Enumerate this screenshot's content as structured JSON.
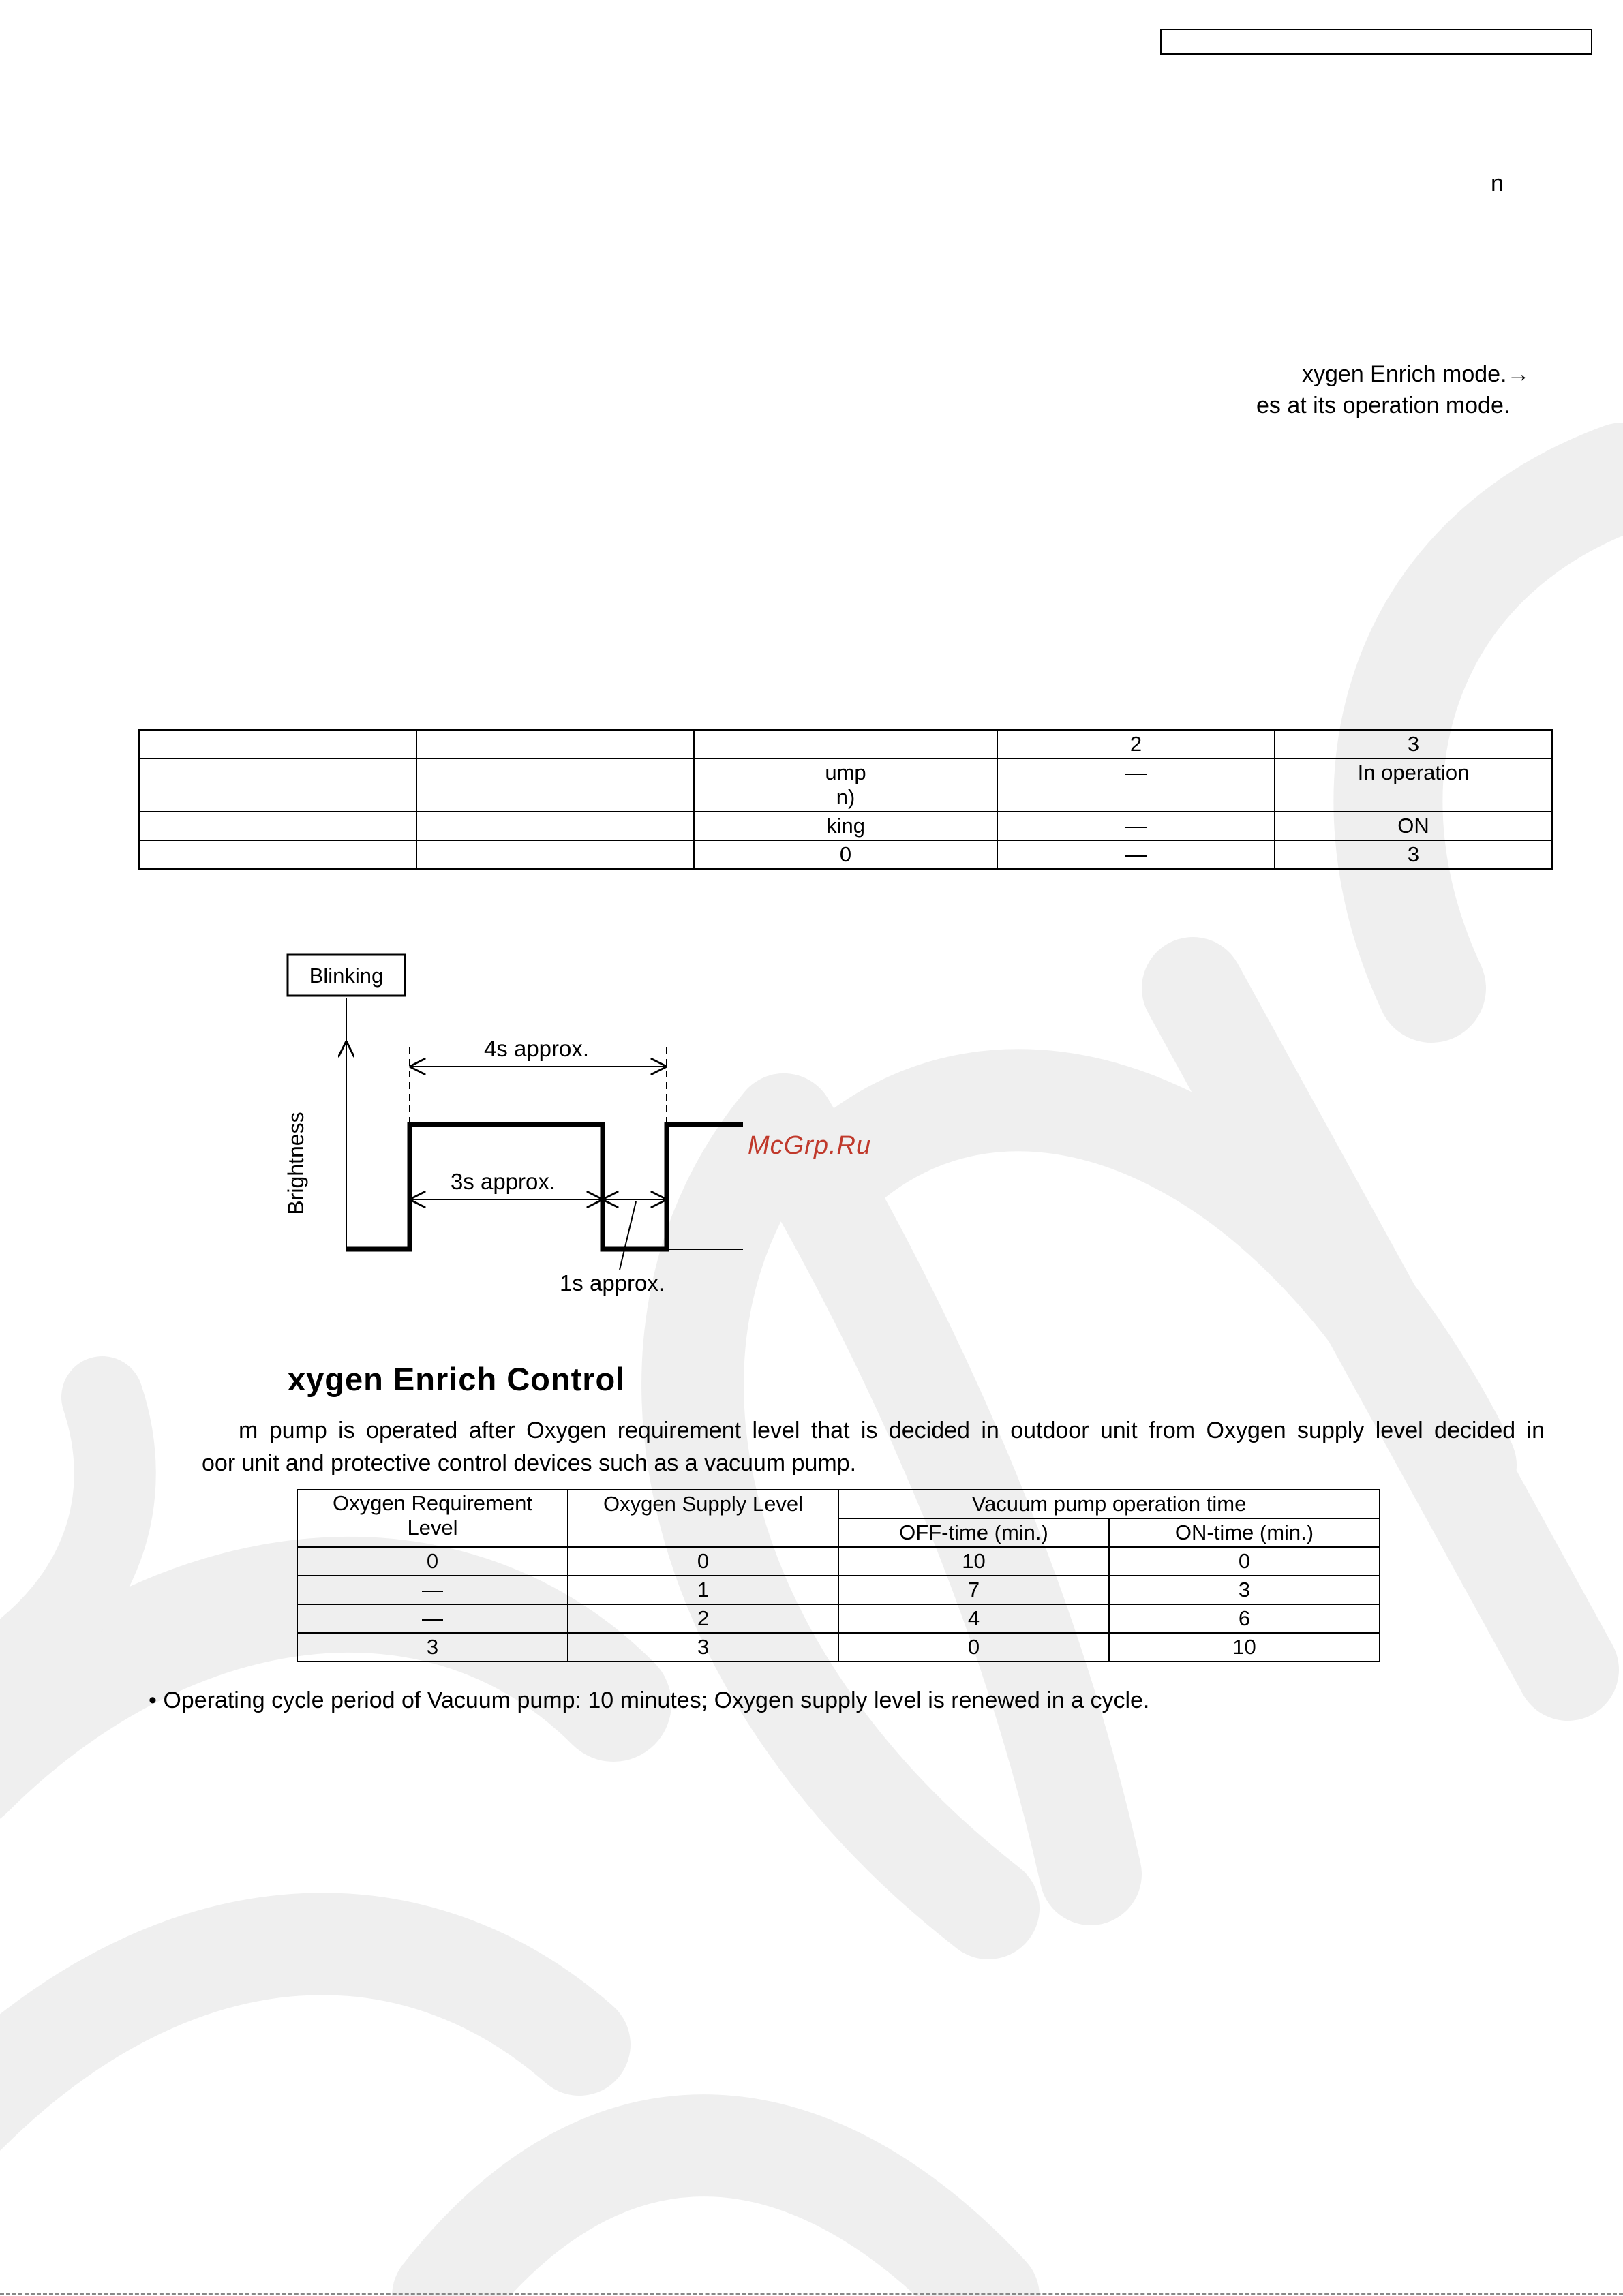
{
  "fragments": {
    "line1": "n",
    "line2": "xygen Enrich mode.→",
    "line3": "es at its operation mode."
  },
  "table1": {
    "rows": [
      [
        "",
        "",
        "",
        "2",
        "3"
      ],
      [
        "",
        "",
        "ump\nn)",
        "—",
        "In operation"
      ],
      [
        "",
        "",
        "king",
        "—",
        "ON"
      ],
      [
        "",
        "",
        "0",
        "—",
        "3"
      ]
    ]
  },
  "diagram": {
    "box_label": "Blinking",
    "y_axis_label": "Brightness",
    "label_4s": "4s approx.",
    "label_3s": "3s approx.",
    "label_1s": "1s approx."
  },
  "watermark_link": "McGrp.Ru",
  "section": {
    "title": "xygen Enrich Control",
    "para_line1": "m pump is operated after Oxygen requirement level that is decided in outdoor unit from Oxygen supply level decided in",
    "para_line2": "oor unit and protective control devices such as a vacuum pump."
  },
  "table2": {
    "header": {
      "col1": "Oxygen Requirement\nLevel",
      "col2": "Oxygen Supply Level",
      "col3": "Vacuum pump operation time",
      "sub_off": "OFF-time (min.)",
      "sub_on": "ON-time (min.)"
    },
    "rows": [
      [
        "0",
        "0",
        "10",
        "0"
      ],
      [
        "—",
        "1",
        "7",
        "3"
      ],
      [
        "—",
        "2",
        "4",
        "6"
      ],
      [
        "3",
        "3",
        "0",
        "10"
      ]
    ]
  },
  "bullet": {
    "symbol": "•",
    "text": "Operating cycle period of Vacuum pump: 10 minutes; Oxygen supply level is renewed in a cycle."
  }
}
